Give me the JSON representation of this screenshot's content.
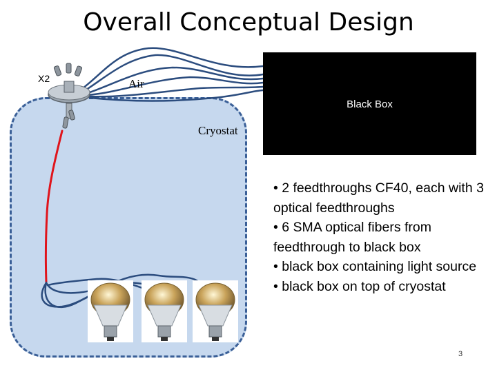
{
  "slide": {
    "title": "Overall Conceptual Design",
    "page_number": "3"
  },
  "diagram": {
    "x2_label": "X2",
    "air_label": "Air",
    "cryostat_label": "Cryostat",
    "black_box_label": "Black Box"
  },
  "bullets": [
    "• 2 feedthroughs CF40, each with 3 optical feedthroughs",
    "• 6 SMA optical fibers from feedthrough to black box",
    "• black box containing light source",
    "• black box on top of cryostat"
  ],
  "colors": {
    "cryostat_fill": "#c6d8ee",
    "cryostat_border": "#3a5f97",
    "fiber_blue": "#2b4c7e",
    "fiber_red": "#e0141b",
    "black_box": "#000000"
  }
}
